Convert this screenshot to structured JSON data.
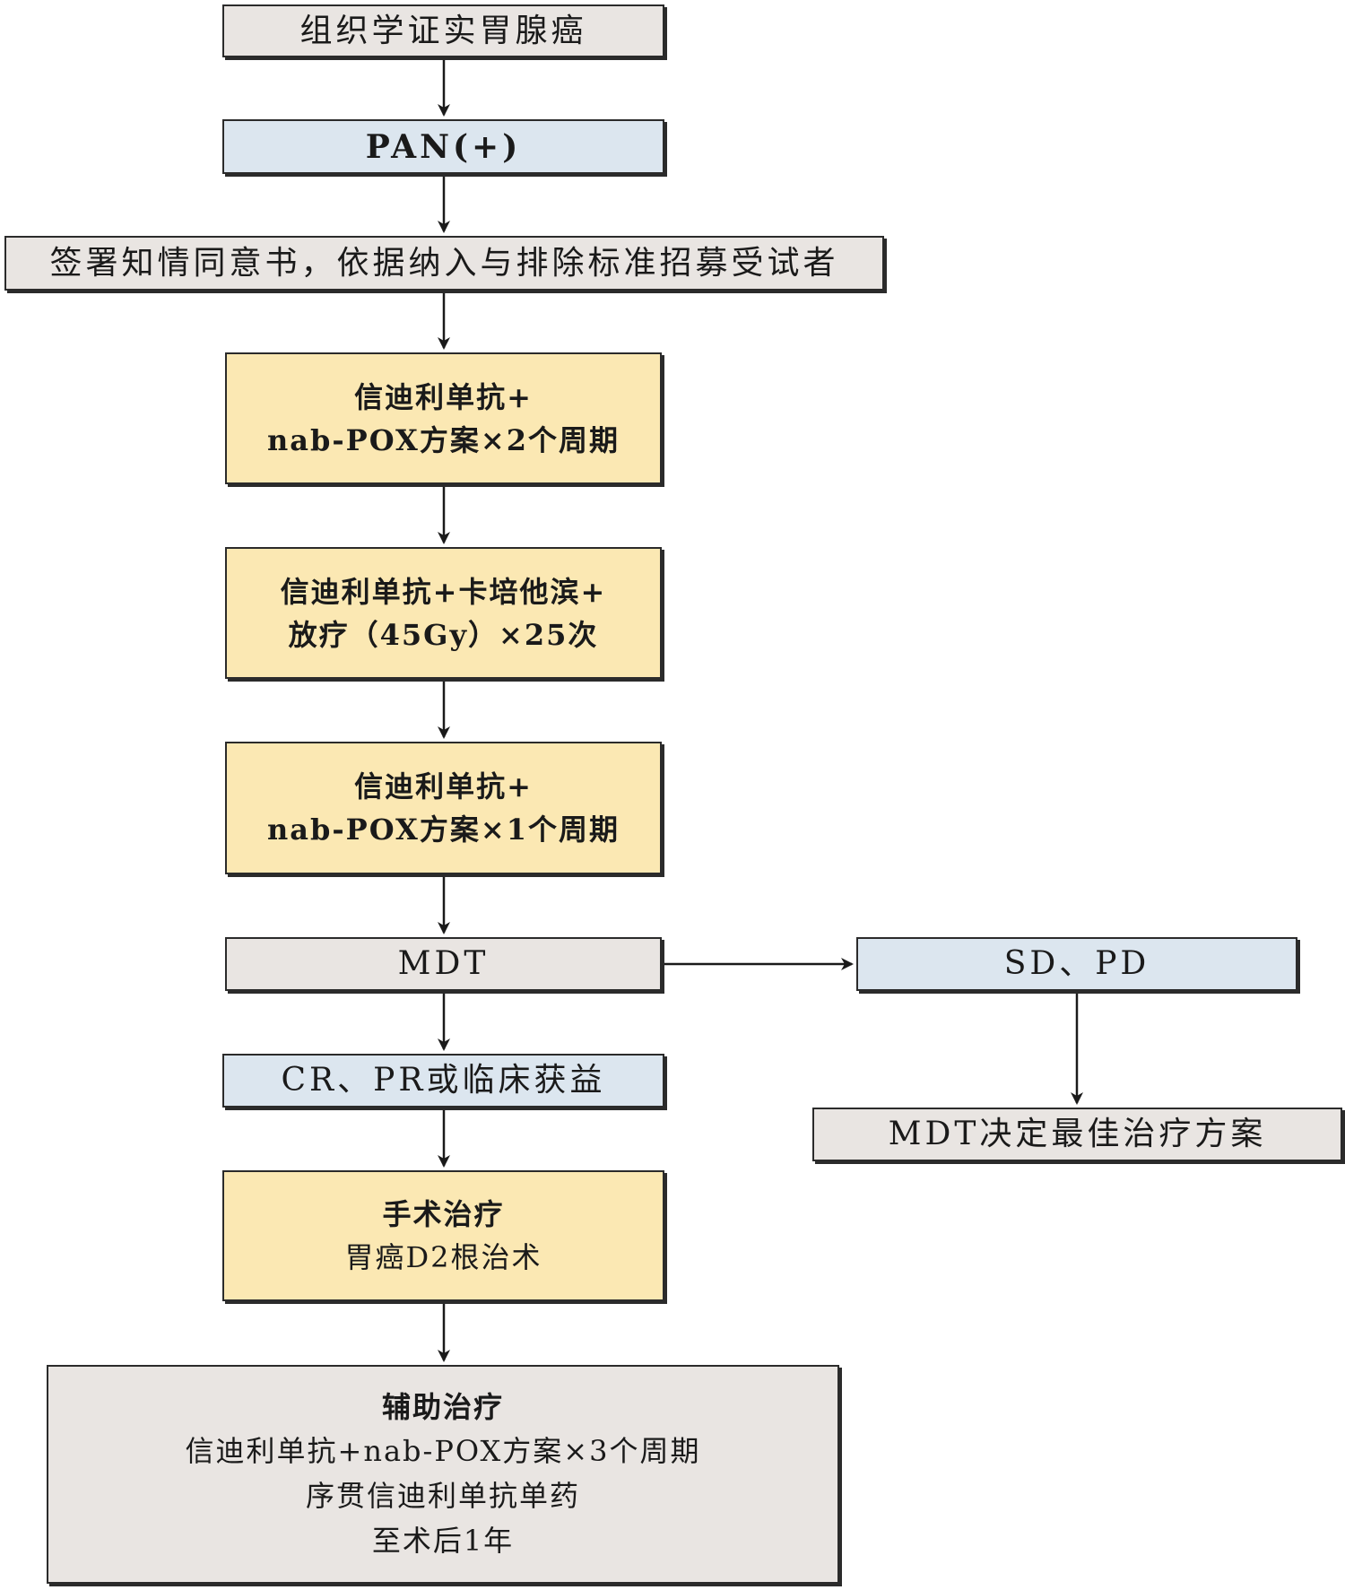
{
  "nodes": {
    "n1": {
      "lines": [
        "组织学证实胃腺癌"
      ]
    },
    "n2": {
      "lines": [
        "PAN(+)"
      ]
    },
    "n3": {
      "lines": [
        "签署知情同意书，依据纳入与排除标准招募受试者"
      ]
    },
    "n4": {
      "lines": [
        "信迪利单抗+",
        "nab-POX方案×2个周期"
      ]
    },
    "n5": {
      "lines": [
        "信迪利单抗+卡培他滨+",
        "放疗（45Gy）×25次"
      ]
    },
    "n6": {
      "lines": [
        "信迪利单抗+",
        "nab-POX方案×1个周期"
      ]
    },
    "n7": {
      "lines": [
        "MDT"
      ]
    },
    "n8": {
      "lines": [
        "SD、PD"
      ]
    },
    "n9": {
      "lines": [
        "CR、PR或临床获益"
      ]
    },
    "n10": {
      "lines": [
        "MDT决定最佳治疗方案"
      ]
    },
    "n11": {
      "lines": [
        "手术治疗",
        "胃癌D2根治术"
      ]
    },
    "n12": {
      "lines": [
        "辅助治疗",
        "信迪利单抗+nab-POX方案×3个周期",
        "序贯信迪利单抗单药",
        "至术后1年"
      ]
    }
  }
}
